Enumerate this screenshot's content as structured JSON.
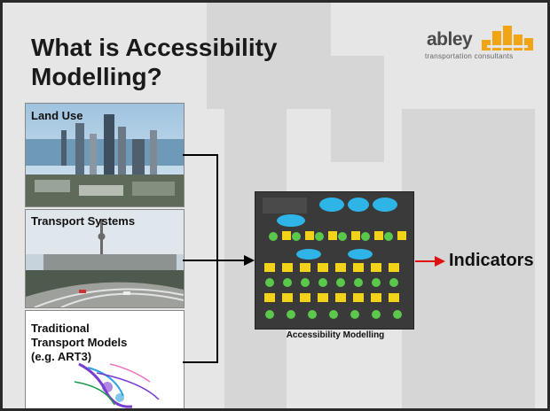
{
  "slide": {
    "title": "What is Accessibility Modelling?"
  },
  "logo": {
    "word": "abley",
    "tagline": "transportation consultants"
  },
  "panels": [
    {
      "label": "Land Use",
      "image": "city-skyline-photo"
    },
    {
      "label": "Transport Systems",
      "image": "motorway-photo"
    },
    {
      "label": "Traditional Transport Models (e.g. ART3)",
      "image": "network-map-plot"
    }
  ],
  "center": {
    "caption": "Accessibility Modelling",
    "diagram": "flowchart-thumbnail"
  },
  "output": {
    "label": "Indicators",
    "arrow_color": "#e01010"
  },
  "colors": {
    "connector": "#000000",
    "node_blue": "#2fb4e8",
    "node_yellow": "#f3d21a",
    "node_green": "#5ac84a"
  }
}
